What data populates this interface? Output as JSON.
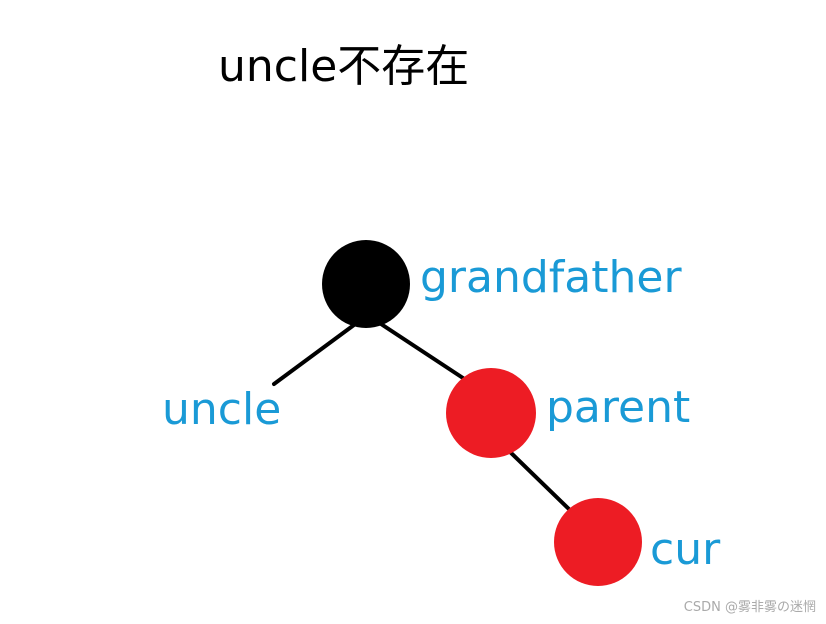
{
  "title": "uncle不存在",
  "colors": {
    "label": "#1a9ad6",
    "edge": "#000000",
    "black_node": "#000000",
    "red_node": "#ed1c24",
    "watermark": "#aaaaaa"
  },
  "nodes": {
    "grandfather": {
      "label": "grandfather",
      "color": "black"
    },
    "uncle": {
      "label": "uncle",
      "color": "none"
    },
    "parent": {
      "label": "parent",
      "color": "red"
    },
    "cur": {
      "label": "cur",
      "color": "red"
    }
  },
  "edges": [
    {
      "from": "grandfather",
      "to": "uncle"
    },
    {
      "from": "grandfather",
      "to": "parent"
    },
    {
      "from": "parent",
      "to": "cur"
    }
  ],
  "watermark": "CSDN @雾非雾の迷惘"
}
